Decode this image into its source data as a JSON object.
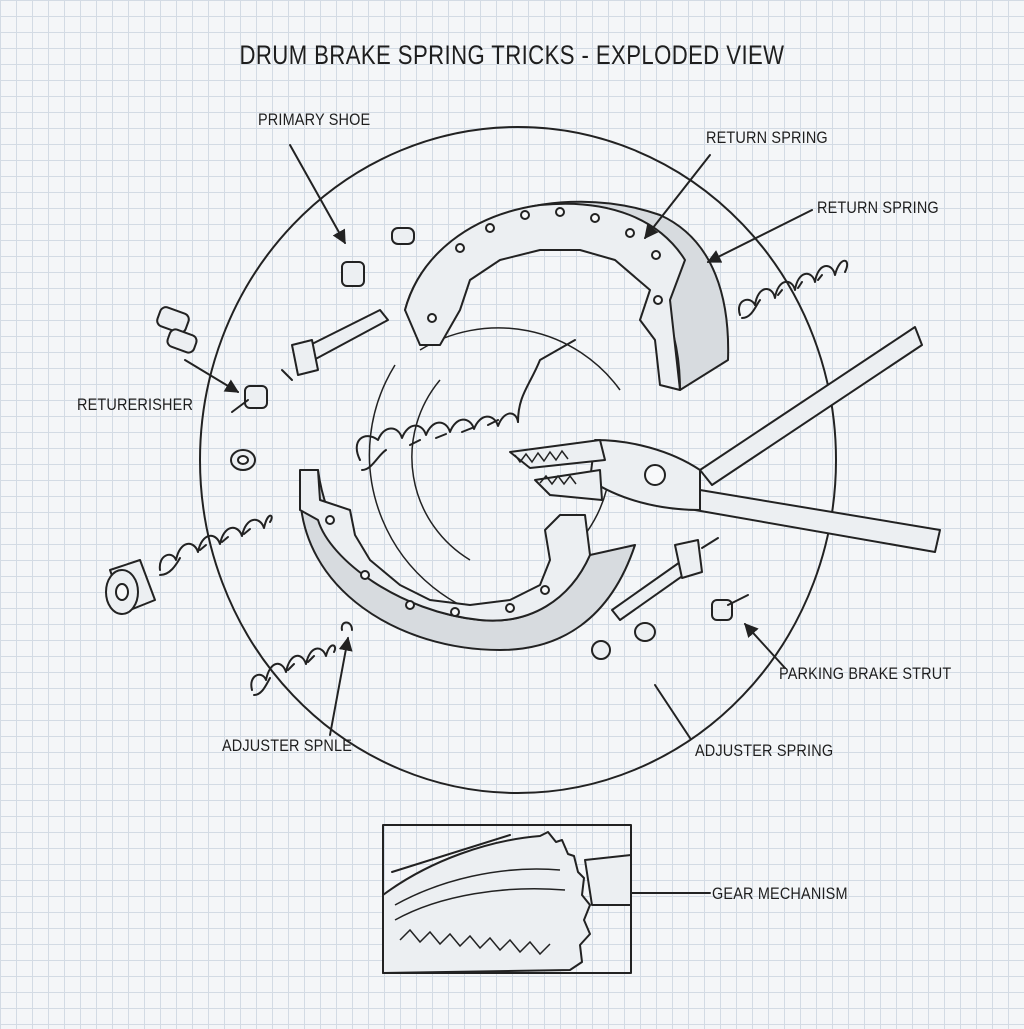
{
  "title": "DRUM BRAKE SPRING TRICKS - EXPLODED VIEW",
  "labels": {
    "primary_shoe": "PRIMARY SHOE",
    "return_spring_1": "RETURN SPRING",
    "return_spring_2": "RETURN SPRING",
    "retainer": "RETURERISHER",
    "parking_brake_strut": "PARKING BRAKE STRUT",
    "adjuster_spring_left": "ADJUSTER SPNLE",
    "adjuster_spring_right": "ADJUSTER SPRING",
    "gear_mechanism": "GEAR MECHANISM"
  },
  "icons": [
    "drum-brake-diagram",
    "pliers-icon",
    "gear-icon",
    "spring-icon"
  ]
}
